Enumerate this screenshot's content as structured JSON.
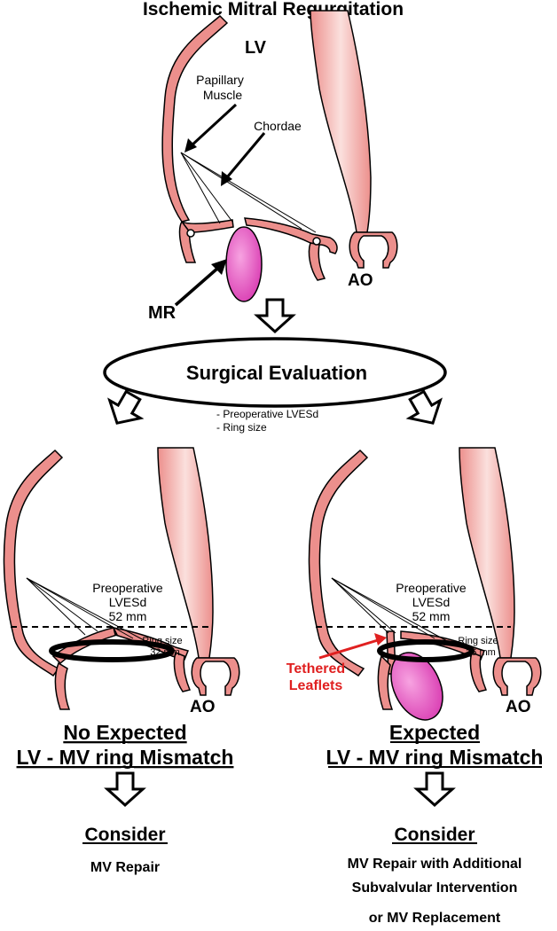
{
  "title": "Ischemic Mitral Regurgitation",
  "top": {
    "lv": "LV",
    "papillary_1": "Papillary",
    "papillary_2": "Muscle",
    "chordae": "Chordae",
    "mr": "MR",
    "ao": "AO"
  },
  "evaluation": {
    "label": "Surgical Evaluation",
    "criteria": [
      "- Preoperative LVESd",
      "- Ring size"
    ]
  },
  "left": {
    "lvesd_1": "Preoperative",
    "lvesd_2": "LVESd",
    "lvesd_value": "52 mm",
    "ring_label": "Ring size",
    "ring_value": "32 mm",
    "ao": "AO",
    "heading_1": "No Expected",
    "heading_2": "LV - MV ring Mismatch",
    "consider": "Consider",
    "recommendation": [
      "MV Repair"
    ]
  },
  "right": {
    "lvesd_1": "Preoperative",
    "lvesd_2": "LVESd",
    "lvesd_value": "52 mm",
    "ring_label": "Ring size",
    "ring_value": "26 mm",
    "tethered_1": "Tethered",
    "tethered_2": "Leaflets",
    "ao": "AO",
    "heading_1": "Expected",
    "heading_2": "LV - MV ring Mismatch",
    "consider": "Consider",
    "recommendation": [
      "MV Repair with Additional",
      "Subvalvular Intervention",
      "or MV Replacement"
    ]
  },
  "colors": {
    "tissue": "#ec8f8c",
    "tissue_light": "#f8d3cf",
    "jet": "#e84fc2",
    "highlight": "#e02020"
  }
}
